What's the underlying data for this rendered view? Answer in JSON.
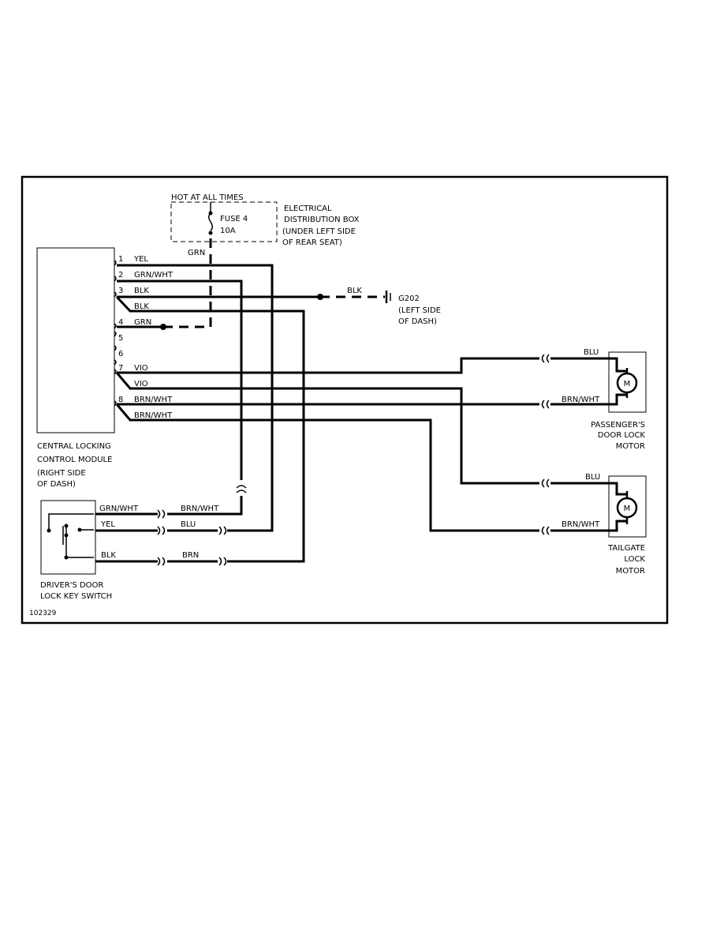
{
  "electrical_box": {
    "header": "HOT AT ALL TIMES",
    "fuse_line1": "FUSE 4",
    "fuse_line2": "10A",
    "desc_line1": "ELECTRICAL",
    "desc_line2": "DISTRIBUTION BOX",
    "desc_line3": "(UNDER LEFT SIDE",
    "desc_line4": "OF REAR SEAT)",
    "feed_wire": "GRN"
  },
  "control_module": {
    "line1": "CENTRAL LOCKING",
    "line2": "CONTROL MODULE",
    "line3": "(RIGHT SIDE",
    "line4": "OF DASH)",
    "pins": [
      {
        "num": "1",
        "wire": "YEL"
      },
      {
        "num": "2",
        "wire": "GRN/WHT"
      },
      {
        "num": "3",
        "wire": "BLK"
      },
      {
        "num": "",
        "wire": "BLK"
      },
      {
        "num": "4",
        "wire": "GRN"
      },
      {
        "num": "5",
        "wire": ""
      },
      {
        "num": "6",
        "wire": ""
      },
      {
        "num": "7",
        "wire": "VIO"
      },
      {
        "num": "",
        "wire": "VIO"
      },
      {
        "num": "8",
        "wire": "BRN/WHT"
      },
      {
        "num": "",
        "wire": "BRN/WHT"
      }
    ]
  },
  "ground": {
    "wire": "BLK",
    "name": "G202",
    "loc_line1": "(LEFT SIDE",
    "loc_line2": "OF DASH)"
  },
  "passenger_motor": {
    "wire_top": "BLU",
    "wire_bottom": "BRN/WHT",
    "symbol": "M",
    "line1": "PASSENGER'S",
    "line2": "DOOR LOCK",
    "line3": "MOTOR"
  },
  "tailgate_motor": {
    "wire_top": "BLU",
    "wire_bottom": "BRN/WHT",
    "symbol": "M",
    "line1": "TAILGATE",
    "line2": "LOCK",
    "line3": "MOTOR"
  },
  "key_switch": {
    "wire1_left": "GRN/WHT",
    "wire1_right": "BRN/WHT",
    "wire2_left": "YEL",
    "wire2_right": "BLU",
    "wire3_left": "BLK",
    "wire3_right": "BRN",
    "line1": "DRIVER'S DOOR",
    "line2": "LOCK KEY SWITCH"
  },
  "figure_id": "102329"
}
